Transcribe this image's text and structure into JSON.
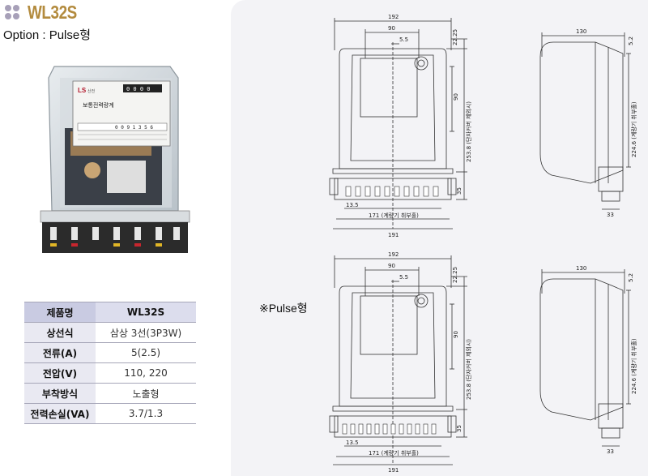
{
  "product": {
    "title": "WL32S",
    "subtitle": "Option : Pulse형"
  },
  "spec_table": {
    "header": {
      "label": "제품명",
      "value": "WL32S"
    },
    "rows": [
      {
        "label": "상선식",
        "value": "삼상 3선(3P3W)"
      },
      {
        "label": "전류(A)",
        "value": "5(2.5)"
      },
      {
        "label": "전압(V)",
        "value": "110, 220"
      },
      {
        "label": "부착방식",
        "value": "노출형"
      },
      {
        "label": "전력손실(VA)",
        "value": "3.7/1.3"
      }
    ]
  },
  "meter_photo": {
    "brand": "LS",
    "brand_suffix": "산전",
    "meter_name": "보통전력량계",
    "serial": "0 0 9 1 3 5 6",
    "counter": "0 0 0 0"
  },
  "pulse_label": "※Pulse형",
  "drawings": {
    "front_width": "192",
    "inner_width": "90",
    "offset": "5.5",
    "top_margin": "22.25",
    "window_height": "90",
    "body_height": "253.8 (단자커버 제외시)",
    "terminal_height": "35",
    "terminal_pitch": "13.5",
    "terminal_span": "171 (계량기 취부홀)",
    "base_width": "191",
    "side_depth": "130",
    "side_top": "5.2",
    "side_height": "224.6 (계량기 취부홀)",
    "side_bottom": "33"
  },
  "colors": {
    "title": "#b38b3e",
    "panel_bg": "#f3f3f6",
    "table_header": "#c9cbe2",
    "table_key": "#e9e9f2"
  }
}
